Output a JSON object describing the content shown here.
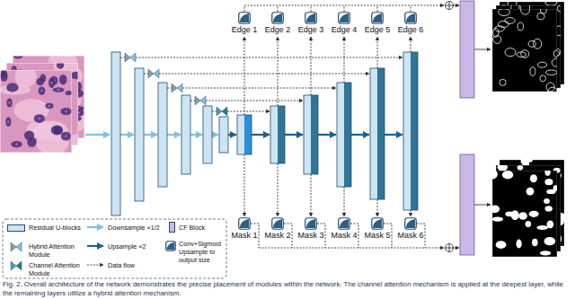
{
  "diagram": {
    "caption": "Fig. 2. Overall architecture of the network demonstrates the precise placement of modules within the network. The channel attention mechanism is applied at the deepest layer, while the remaining layers utilize a hybrid attention mechanism.",
    "nodes": [
      {
        "text": [
          "Edge 1"
        ]
      },
      {
        "text": [
          "Edge 2"
        ]
      },
      {
        "text": [
          "Edge 3"
        ]
      },
      {
        "text": [
          "Edge 4"
        ]
      },
      {
        "text": [
          "Edge 5"
        ]
      },
      {
        "text": [
          "Edge 6"
        ]
      },
      {
        "text": [
          "Mask 1"
        ]
      },
      {
        "text": [
          "Mask 2"
        ]
      },
      {
        "text": [
          "Mask 3"
        ]
      },
      {
        "text": [
          "Mask 4"
        ]
      },
      {
        "text": [
          "Mask 5"
        ]
      },
      {
        "text": [
          "Mask 6"
        ]
      }
    ],
    "legend": [
      {
        "text": "Residual U-blocks",
        "color": "#cde4f2"
      },
      {
        "text": "Downsample ×1/2"
      },
      {
        "text": "CF Block",
        "color": "#c9b7e6"
      },
      {
        "text": "Hybrid Attention Module"
      },
      {
        "text": "Upsample ×2"
      },
      {
        "text": "Conv+Sigmoid Upsample to output size"
      },
      {
        "text": "Channel Attention Module"
      },
      {
        "text": "Data flow"
      }
    ]
  }
}
